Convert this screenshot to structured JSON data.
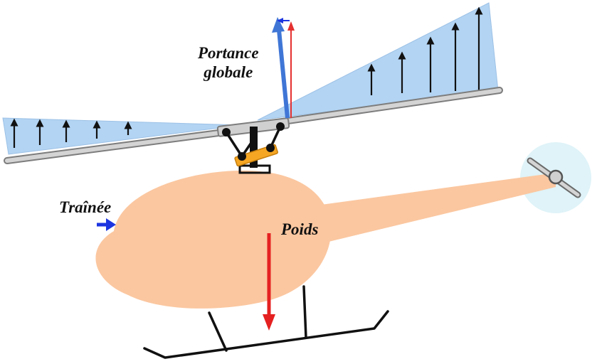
{
  "labels": {
    "lift_line1": "Portance",
    "lift_line2": "globale",
    "drag": "Traînée",
    "weight": "Poids"
  },
  "colors": {
    "fuselage": "#fbc7a0",
    "blade_lift_area": "#b3d4f3",
    "blade_bar": "#c9c9c9",
    "tail_rotor_disc": "#dff3f8",
    "lift_vector": "#3f76d6",
    "lift_reference_vector": "#e53030",
    "weight_vector": "#e52020",
    "drag_vector": "#1d35e0",
    "rotor_hub_swashplate": "#f5a623",
    "skid_and_linkage": "#111111"
  },
  "blade_lift_arrows": {
    "left_blade_count": 5,
    "right_blade_count": 5
  }
}
